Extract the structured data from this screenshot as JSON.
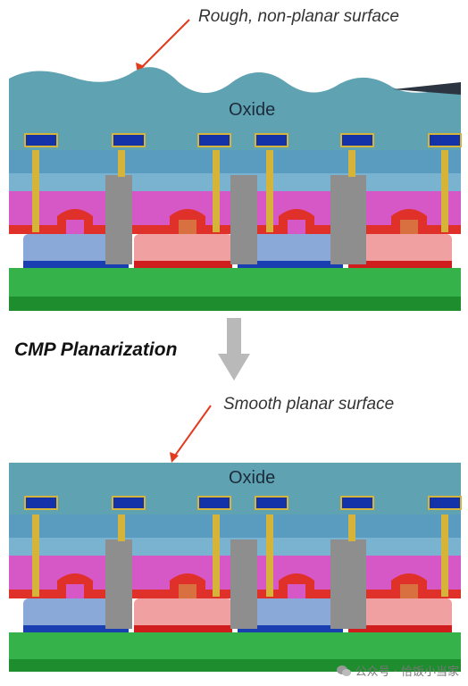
{
  "labels": {
    "rough_surface": "Rough, non-planar surface",
    "process": "CMP Planarization",
    "smooth_surface": "Smooth planar surface",
    "oxide_top": "Oxide",
    "oxide_bottom": "Oxide",
    "watermark": "公众号 · 恰饭小当家"
  },
  "colors": {
    "arrow": "#e23b1e",
    "oxide": "#5fa3b3",
    "pink_layer": "#d658c6",
    "blue_layer": "#4a86c8",
    "red_layer": "#e0302a",
    "green_substrate": "#36b24a",
    "metal_dark_blue": "#1433a8",
    "plug_yellow": "#d6b43a",
    "plug_grey": "#8e8e8e",
    "process_arrow": "#b9b9b9"
  },
  "icons": [
    "annotation-arrow",
    "process-arrow-down",
    "wechat-icon"
  ]
}
